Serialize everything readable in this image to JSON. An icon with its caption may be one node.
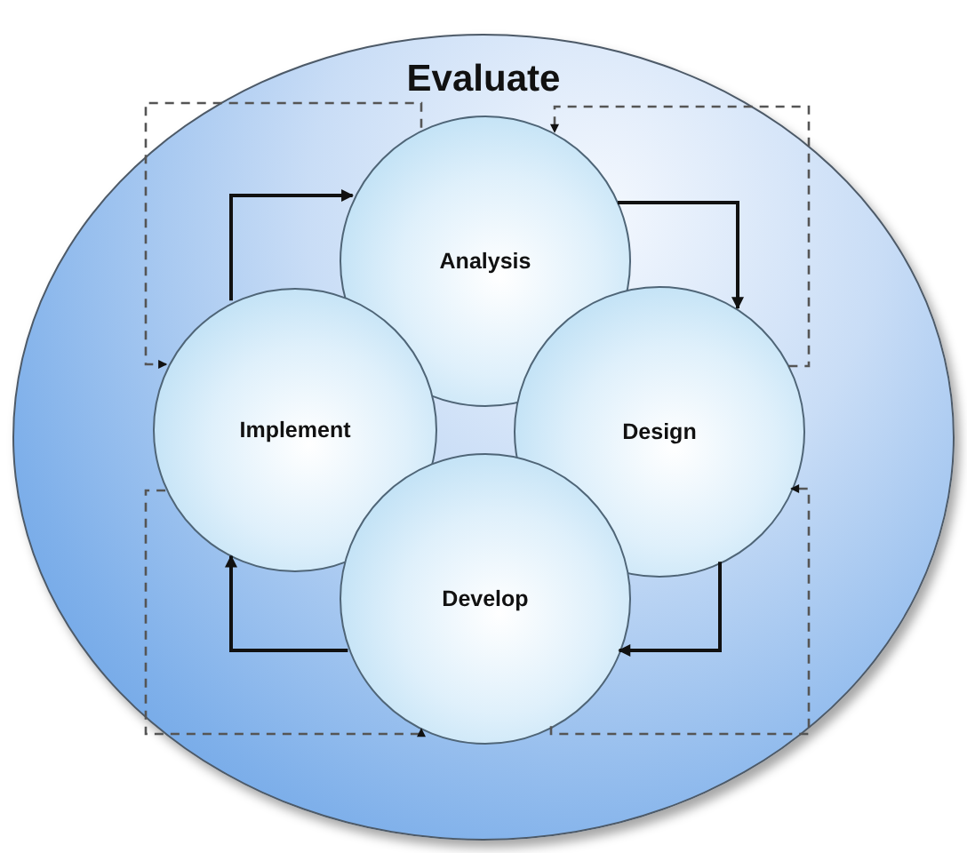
{
  "diagram": {
    "nodes": [
      {
        "text": [
          "Evaluate"
        ]
      },
      {
        "text": [
          "Analysis"
        ],
        "in": 0
      },
      {
        "text": [
          "Implement"
        ],
        "in": 0
      },
      {
        "text": [
          "Design"
        ],
        "in": 0
      },
      {
        "text": [
          "Develop"
        ],
        "in": 0
      }
    ],
    "edges": [
      {
        "from": 2,
        "to": 1,
        "arrow": "to"
      },
      {
        "from": 1,
        "to": 3,
        "arrow": "to"
      },
      {
        "from": 3,
        "to": 4,
        "arrow": "to"
      },
      {
        "from": 4,
        "to": 2,
        "arrow": "to"
      },
      {
        "from": 1,
        "to": 2,
        "arrow": "to",
        "style": "dashed"
      },
      {
        "from": 3,
        "to": 1,
        "arrow": "to",
        "style": "dashed"
      },
      {
        "from": 4,
        "to": 3,
        "arrow": "to",
        "style": "dashed"
      },
      {
        "from": 2,
        "to": 4,
        "arrow": "to",
        "style": "dashed"
      }
    ]
  }
}
